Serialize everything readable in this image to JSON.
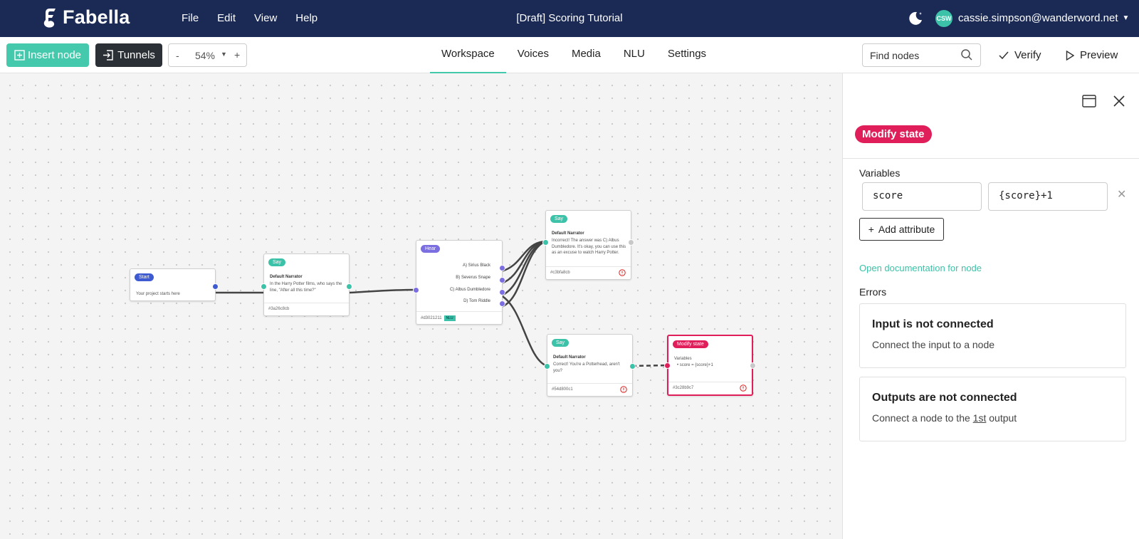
{
  "app": {
    "name": "Fabella",
    "document_title": "[Draft] Scoring Tutorial"
  },
  "menu": [
    "File",
    "Edit",
    "View",
    "Help"
  ],
  "user": {
    "initials": "CSW",
    "email": "cassie.simpson@wanderword.net"
  },
  "toolbar": {
    "insert_label": "Insert node",
    "tunnels_label": "Tunnels",
    "zoom_minus": "-",
    "zoom_value": "54%",
    "zoom_plus": "+",
    "tabs": [
      "Workspace",
      "Voices",
      "Media",
      "NLU",
      "Settings"
    ],
    "active_tab": "Workspace",
    "find_placeholder": "Find nodes",
    "verify_label": "Verify",
    "preview_label": "Preview"
  },
  "nodes": {
    "start": {
      "type": "Start",
      "text": "Your project starts here"
    },
    "say1": {
      "type": "Say",
      "speaker": "Default Narrator",
      "text": "In the Harry Potter films, who says the line, \"After all this time?\"",
      "id": "#3a26c8cb"
    },
    "hear": {
      "type": "Hear",
      "options": [
        "A) Sirius Black",
        "B) Severus Snape",
        "C) Albus Dumbledore",
        "D) Tom Riddle"
      ],
      "id": "#d3021211",
      "tag": "NLU"
    },
    "say_incorrect": {
      "type": "Say",
      "speaker": "Default Narrator",
      "text": "Incorrect! The answer was C) Albus Dumbledore. It's okay, you can use this as an excuse to watch Harry Potter.",
      "id": "#c3bfa8cb"
    },
    "say_correct": {
      "type": "Say",
      "speaker": "Default Narrator",
      "text": "Correct! You're a Potterhead, aren't you?",
      "id": "#54d800c1"
    },
    "modify": {
      "type": "Modify state",
      "label": "Variables",
      "item": "score = {score}+1",
      "id": "#3c28b9c7"
    }
  },
  "colors": {
    "accent": "#45c9ac",
    "navy": "#1b2a55",
    "modify": "#e01e5a",
    "hear": "#7b6ee0",
    "start": "#3e5bd1"
  },
  "panel": {
    "title": "Modify state",
    "variables_label": "Variables",
    "variable_name": "score",
    "variable_value": "{score}+1",
    "add_attribute_label": "Add attribute",
    "doc_link": "Open documentation for node",
    "errors_label": "Errors",
    "errors": [
      {
        "title": "Input is not connected",
        "desc": "Connect the input to a node"
      },
      {
        "title": "Outputs are not connected",
        "desc_prefix": "Connect a node to the ",
        "desc_link": "1st",
        "desc_suffix": " output"
      }
    ]
  }
}
